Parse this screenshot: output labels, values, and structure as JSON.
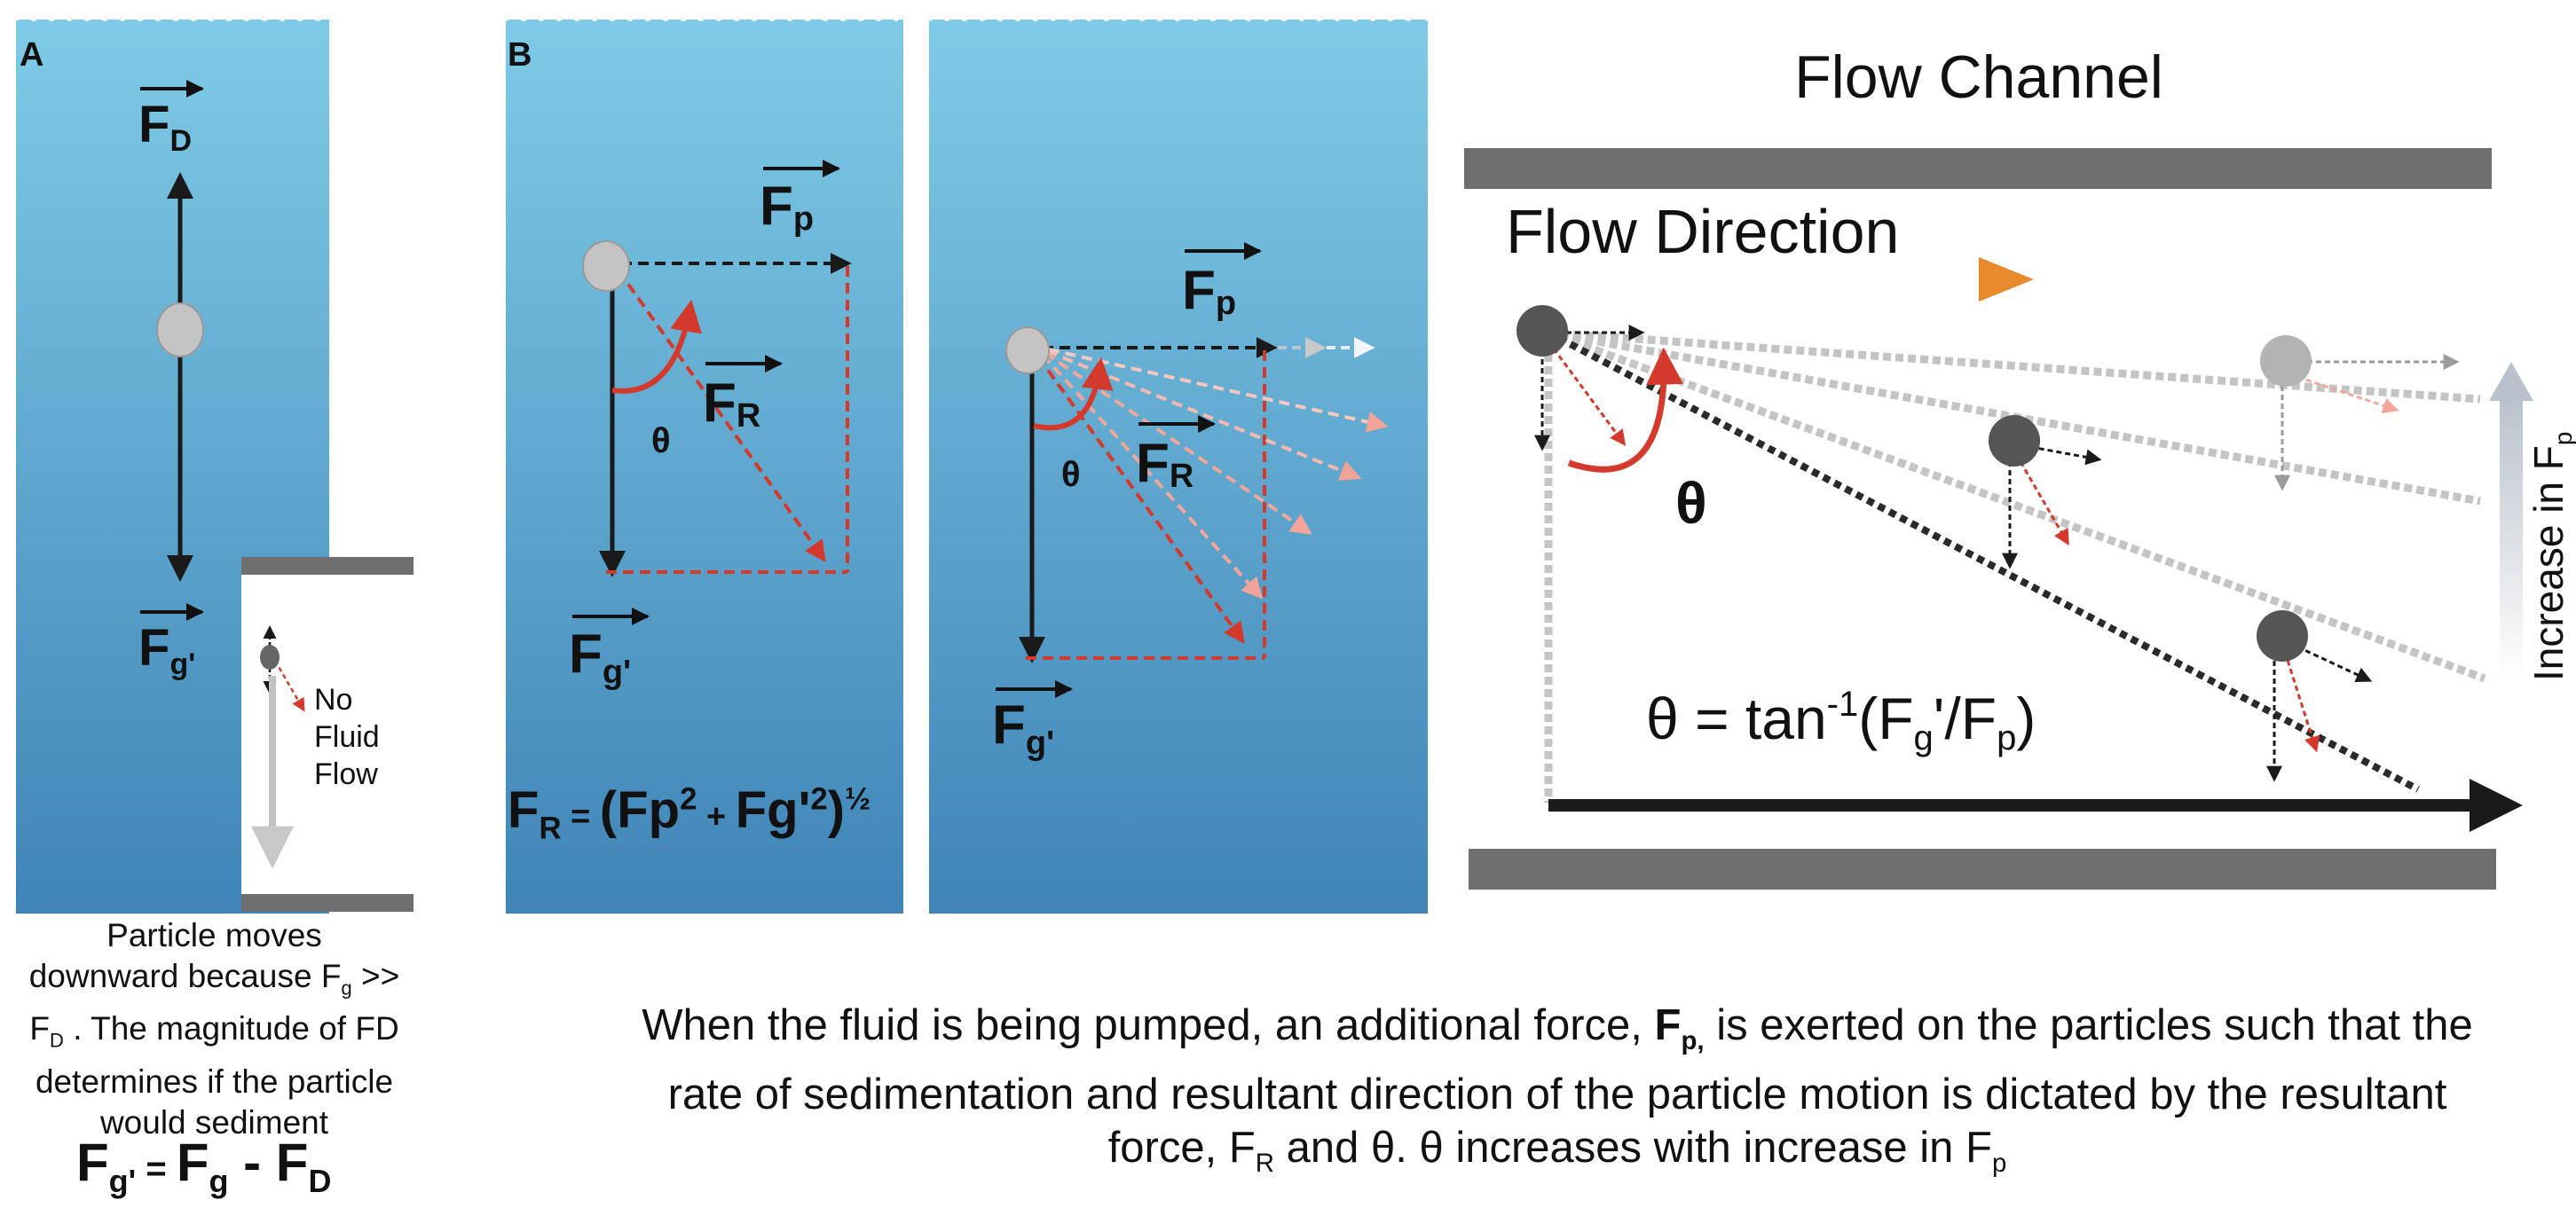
{
  "panel_a": {
    "label": "A",
    "force_drag": {
      "base": "F",
      "sub": "D"
    },
    "force_gravity": {
      "base": "F",
      "sub": "g'"
    },
    "no_flow_text": [
      "No",
      "Fluid",
      "Flow"
    ],
    "caption_parts": {
      "line1": "Particle moves",
      "line2_a": "downward because F",
      "line2_sub": "g",
      "line2_b": " >>",
      "line3_a": "F",
      "line3_sub": "D",
      "line3_b": " . The magnitude of FD",
      "line4": "determines if the particle",
      "line5": "would sediment"
    },
    "equation": {
      "lhs": "F",
      "lhs_sub": "g'",
      "eq": " = ",
      "t1": "F",
      "t1_sub": "g",
      "minus": " - ",
      "t2": "F",
      "t2_sub": "D"
    }
  },
  "panel_b": {
    "label": "B",
    "force_push": {
      "base": "F",
      "sub": "p"
    },
    "force_resultant": {
      "base": "F",
      "sub": "R"
    },
    "force_gravity": {
      "base": "F",
      "sub": "g'"
    },
    "theta": "θ",
    "equation": {
      "lhs": "F",
      "lhs_sub": "R",
      "eq": " = ",
      "open": "(Fp",
      "sq1": "2",
      "plus": " + ",
      "t2": "Fg'",
      "sq2": "2",
      "close": ")",
      "half": "½"
    }
  },
  "panel_c": {
    "force_push": {
      "base": "F",
      "sub": "p"
    },
    "force_resultant": {
      "base": "F",
      "sub": "R"
    },
    "force_gravity": {
      "base": "F",
      "sub": "g'"
    },
    "theta": "θ"
  },
  "flow_channel": {
    "title": "Flow Channel",
    "flow_direction": "Flow Direction",
    "theta": "θ",
    "formula": {
      "pre": "θ = tan",
      "exp": "-1",
      "mid": "(F",
      "sub1": "g",
      "mid2": "'/F",
      "sub2": "p",
      "end": ")"
    },
    "increase_label": "Increase in F",
    "increase_sub": "p"
  },
  "bottom_caption": {
    "line1_a": "When the fluid is being pumped, an additional force, ",
    "line1_bold": "F",
    "line1_bold_sub": "p,",
    "line1_b": " is exerted on the particles such that the",
    "line2": "rate of sedimentation and resultant direction of the particle motion is dictated by the resultant",
    "line3_a": "force, F",
    "line3_sub": "R",
    "line3_b": " and θ. θ increases with increase in F",
    "line3_sub2": "p"
  },
  "colors": {
    "fluid_top": "#7ecbe6",
    "fluid_bottom": "#3f85b8",
    "wall": "#6e6e6e",
    "red_arrow": "#d33a2c",
    "flow_arrow": "#e8892b"
  }
}
